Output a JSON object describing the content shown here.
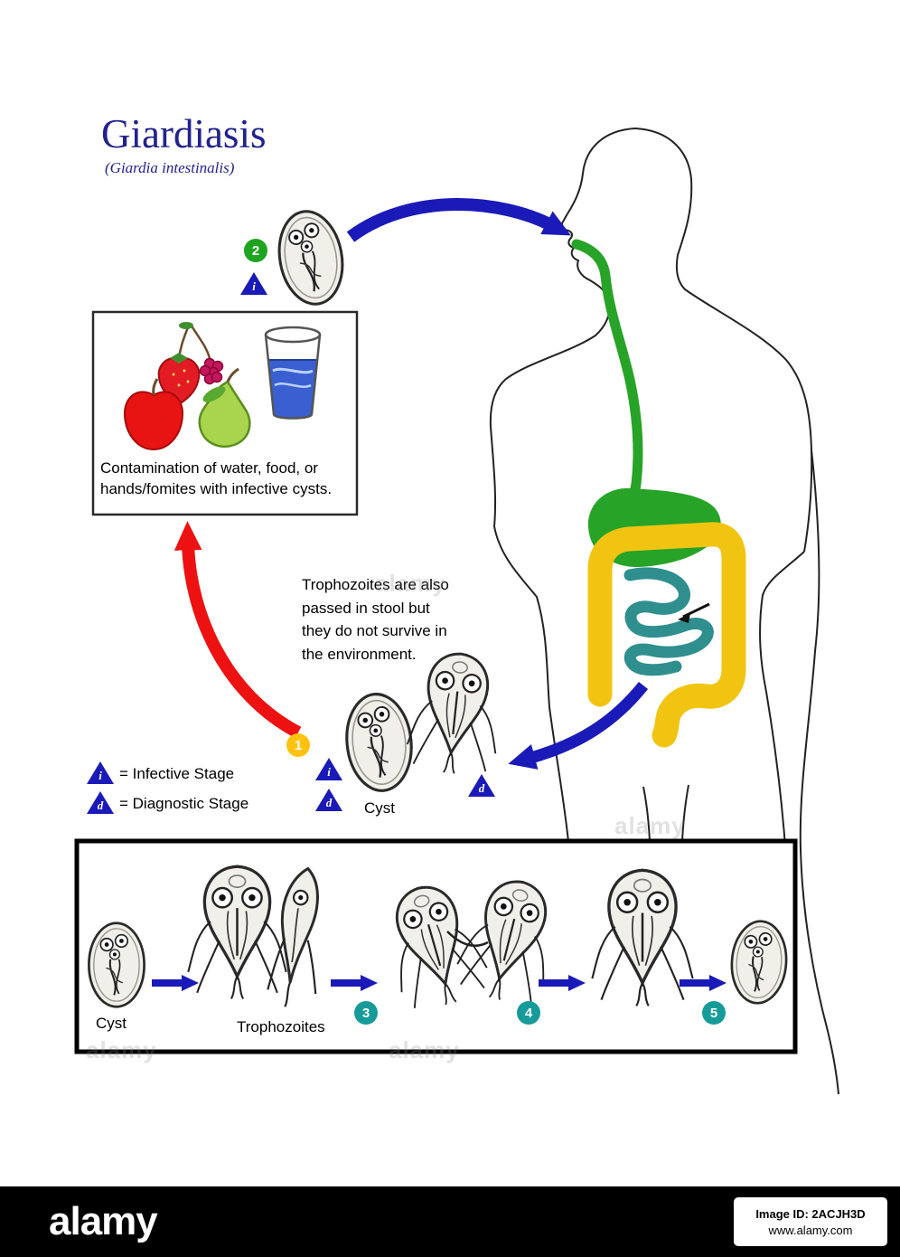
{
  "title": "Giardiasis",
  "subtitle": "(Giardia intestinalis)",
  "contamination": {
    "caption": "Contamination of water, food, or\nhands/fomites with infective cysts."
  },
  "note": "Trophozoites are also\npassed in stool but\nthey do not survive in\nthe environment.",
  "legend": {
    "infective_symbol": "i",
    "infective_text": "= Infective Stage",
    "diagnostic_symbol": "d",
    "diagnostic_text": "= Diagnostic Stage"
  },
  "labels": {
    "cyst": "Cyst",
    "cyst_bottom": "Cyst",
    "trophozoites": "Trophozoites"
  },
  "badges": {
    "stage1": "1",
    "stage2": "2",
    "stage3": "3",
    "stage4": "4",
    "stage5": "5"
  },
  "markers": {
    "i": "i",
    "d": "d"
  },
  "colors": {
    "title_blue": "#22228e",
    "arrow_blue": "#1a1ab8",
    "arrow_red": "#ee1111",
    "stage_green": "#1fa41f",
    "stage_yellow": "#ffc20e",
    "stage_teal": "#169a9a",
    "esophagus_green": "#27a327",
    "colon_yellow": "#f2c412",
    "intestine_teal": "#2f8f8f"
  },
  "watermark": {
    "brand": "alamy",
    "image_id": "Image ID: 2ACJH3D",
    "url": "www.alamy.com"
  }
}
